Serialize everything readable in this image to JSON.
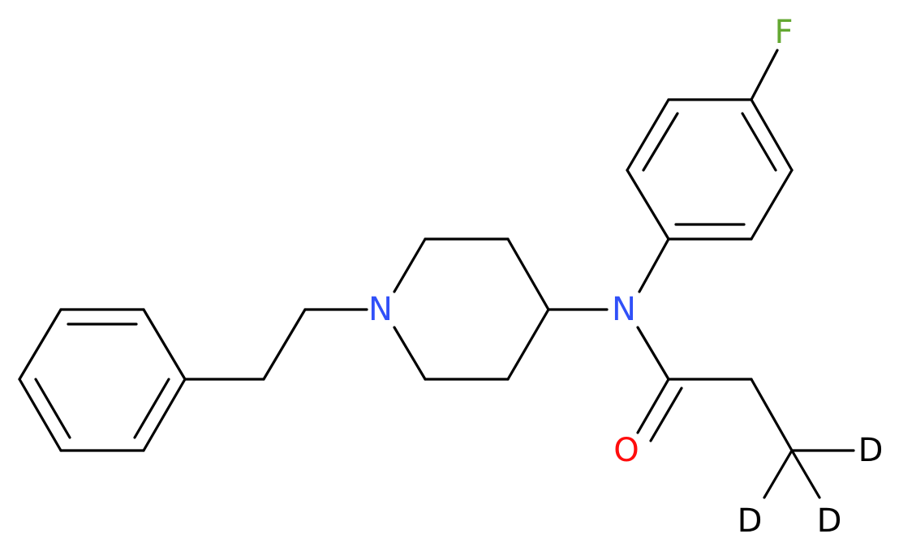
{
  "colors": {
    "bond": "#000000",
    "N": "#3050F8",
    "O": "#FF0D0D",
    "F": "#64A832",
    "D": "#000000"
  },
  "atoms": {
    "F": "F",
    "N_piperidine": "N",
    "N_amide": "N",
    "O": "O",
    "D1": "D",
    "D2": "D",
    "D3": "D"
  }
}
